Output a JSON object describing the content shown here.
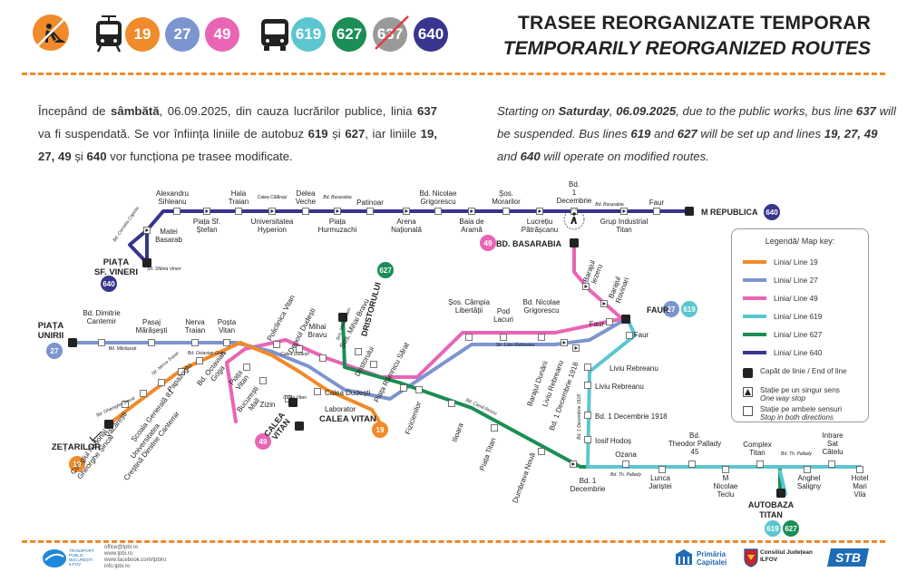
{
  "header": {
    "title_ro": "TRASEE REORGANIZATE TEMPORAR",
    "title_en": "TEMPORARILY REORGANIZED ROUTES",
    "tram_lines": [
      {
        "num": "19",
        "color": "#f08a2a"
      },
      {
        "num": "27",
        "color": "#7c95cf"
      },
      {
        "num": "49",
        "color": "#e965b4"
      }
    ],
    "bus_lines": [
      {
        "num": "619",
        "color": "#5bc6d0"
      },
      {
        "num": "627",
        "color": "#1a8e54"
      },
      {
        "num": "637",
        "color": "#9a9a9a"
      },
      {
        "num": "640",
        "color": "#38358e"
      }
    ]
  },
  "intro_ro": {
    "p1": "Începând de ",
    "day": "sâmbătă",
    "p2": ", 06.09.2025, din cauza lucrărilor publice, linia ",
    "l637": "637",
    "p3": " va fi suspendată. Se vor înființa liniile de autobuz ",
    "l619": "619",
    "p4": " și ",
    "l627": "627",
    "p5": ", iar liniile ",
    "lines": "19, 27, 49",
    "p6": " și ",
    "l640": "640",
    "p7": " vor funcționa pe trasee modificate."
  },
  "intro_en": {
    "p1": "Starting on ",
    "day": "Saturday",
    "p2": ", ",
    "date": "06.09.2025",
    "p3": ", due to the public works, bus line ",
    "l637": "637",
    "p4": " will be suspended. Bus lines ",
    "l619": "619",
    "p5": " and ",
    "l627": "627",
    "p6": " will be set up and lines ",
    "lines": "19, 27, 49",
    "p7": " and ",
    "l640": "640",
    "p8": " will operate on modified routes."
  },
  "map": {
    "line_colors": {
      "l19": "#f08a2a",
      "l27": "#7c95cf",
      "l49": "#e965b4",
      "l619": "#5bc6d0",
      "l627": "#1a8e54",
      "l640": "#38358e"
    },
    "terminals": {
      "sf_vineri": "PIAȚA SF. VINERI",
      "m_republica": "M REPUBLICA",
      "bd_basarabia": "BD. BASARABIA",
      "faur": "FAUR",
      "piata_unirii": "PIAȚA UNIRII",
      "zetarilor": "ZEȚARILOR",
      "calea_vitan_19": "CALEA VITAN",
      "calea_vitan_49": "CALEA VITAN",
      "dristorului": "DRISTORULUI",
      "autobaza_titan": "AUTOBAZA TITAN"
    },
    "badges": {
      "sf_vineri": "640",
      "m_republica": "640",
      "bd_basarabia": "49",
      "faur_a": "27",
      "faur_b": "619",
      "piata_unirii": "27",
      "zetarilor": "19",
      "calea_vitan_19": "19",
      "calea_vitan_49": "49",
      "dristorului": "627",
      "titan_a": "619",
      "titan_b": "627"
    },
    "stops_640_top": [
      "Alexandru Sihleanu",
      "Hala Traian",
      "Delea Veche",
      "Patinoar",
      "Bd. Nicolae Grigorescu",
      "Șos. Morarilor",
      "Bd. 1 Decembrie 1918",
      "Faur"
    ],
    "stops_640_bottom": [
      "Piața Sf. Ștefan",
      "Universitatea Hyperion",
      "Piața Hurmuzachi",
      "Arena Națională",
      "Baia de Aramă",
      "Lucrețiu Pătrășcanu",
      "Grup Industrial Titan"
    ],
    "stops_640_loop": [
      "Matei Basarab"
    ],
    "street_names": {
      "calea_calarasi": "Calea Călărași",
      "bd_basarabia": "Bd. Basarabia",
      "bd_basarabia2": "Bd. Basarabia",
      "bd_cornelius": "Bd. Corneliu Coposu",
      "str_sfanta_vineri": "Str. Sfânta Vineri",
      "bd_marasesti": "Bd. Mărășești",
      "bd_octavian_goga": "Bd. Octavian Goga",
      "bd_gh_sincai": "Bd. Gheorghe Șincai",
      "str_liviu_rebreanu": "Str. Liviu Rebreanu",
      "bd_camil_ressu": "Bd. Camil Ressu",
      "bd_th_pallady": "Bd. Th. Pallady",
      "bd_1_dec": "Bd. 1 Decembrie 1918",
      "calea_dudesti": "Calea Dudești",
      "calea_vitan": "Calea Vitan",
      "sos_mihai_bravu": "Șos. Mihai Bravu",
      "str_nerva_traian": "Str. Nerva Traian"
    },
    "stops_west": [
      "Bd. Dimitrie Cantemir",
      "Pasaj Mărășești",
      "Nerva Traian",
      "Poșta Vitan"
    ],
    "stops_sw": [
      "Bd. Octavian Goga",
      "Papazoglu",
      "Școala Generală 81",
      "Universitatea Creștină Dimitrie Cantemir",
      "Văcărești",
      "Colegiul Național Gheorghe Șincai"
    ],
    "stops_diag": [
      "Policlinica Vitan",
      "Depoul Dudești",
      "Mihai Bravu",
      "Șos. Mihai Bravu",
      "Dristorului",
      "Piața Râmnicu Sărat"
    ],
    "stops_vitan": [
      "Piața Vitan",
      "București Mall",
      "Zizin",
      "Calea Dudești",
      "Laborator"
    ],
    "stops_mid": [
      "Șos. Câmpia Libertății",
      "Pod Lacuri",
      "Bd. Nicolae Grigorescu",
      "Barajul Dunării",
      "Liviu Rebreanu",
      "Bd. 1 Decembrie 1918"
    ],
    "stops_faur": [
      "Barajul Iezeru",
      "Barajul Rovinari",
      "Faur",
      "Faur"
    ],
    "stops_619": [
      "Liviu Rebreanu",
      "Liviu Rebreanu",
      "Bd. 1 Decembrie 1918",
      "Iosif Hodoș"
    ],
    "stops_627": [
      "Fizicienilor",
      "Ilioara",
      "Piața Titan",
      "Dumbrava Nouă",
      "Bd. 1 Decembrie 1918"
    ],
    "stops_bottom_top": [
      "Ozana",
      "Bd. Theodor Pallady 45",
      "Complex Titan",
      "Intrare Sat Cătelu"
    ],
    "stops_bottom_bot": [
      "Lunca Jariștei",
      "M Nicolae Teclu",
      "Anghel Saligny",
      "Hotel Mari Vila"
    ]
  },
  "legend": {
    "title": "Legendă/ Map key:",
    "lines": [
      {
        "label": "Linia/ Line 19",
        "color": "#f08a2a"
      },
      {
        "label": "Linia/ Line 27",
        "color": "#7c95cf"
      },
      {
        "label": "Linia/ Line 49",
        "color": "#e965b4"
      },
      {
        "label": "Linia/ Line 619",
        "color": "#5bc6d0"
      },
      {
        "label": "Linia/ Line 627",
        "color": "#1a8e54"
      },
      {
        "label": "Linia/ Line 640",
        "color": "#38358e"
      }
    ],
    "end_line": "Capăt de linie / End of line",
    "one_way": "Stație pe un singur sens",
    "one_way_en": "One way stop",
    "both_dir": "Stație pe ambele sensuri",
    "both_dir_en": "Stop in both directions"
  },
  "footer": {
    "tpbi_name": "TRANSPORT PUBLIC BUCUREȘTI ILFOV",
    "email": "office@tpbi.ro",
    "web": "www.tpbi.ro",
    "facebook": "www.facebook.com/tpbiro",
    "info": "info.tpbi.ro",
    "primaria": "Primăria Capitalei",
    "consiliul": "Consiliul Județean ILFOV",
    "stb": "STB"
  }
}
